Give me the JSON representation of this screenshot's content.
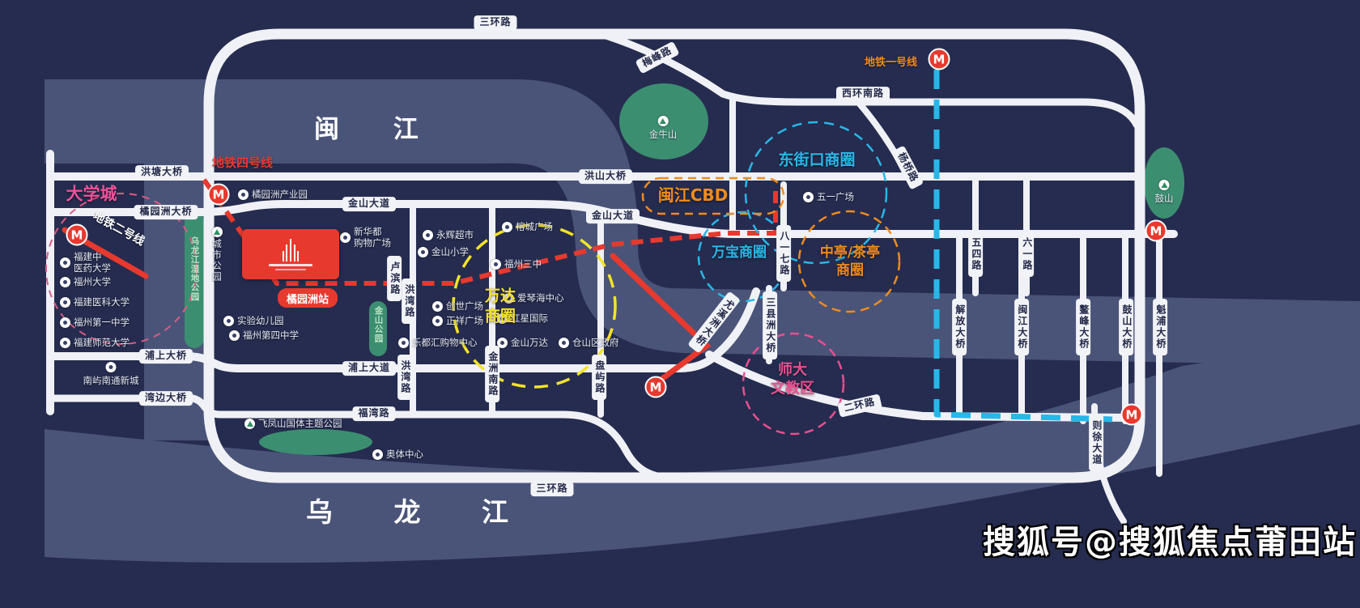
{
  "watermark": "搜狐号@搜狐焦点莆田站",
  "rivers": {
    "minjiang": "闽  江",
    "wulongjiang": "乌  龙  江"
  },
  "metro": {
    "line1": "地铁一号线",
    "line2": "地铁二号线",
    "line4": "地铁四号线",
    "station_juyuanzhou": "橘园洲站"
  },
  "districts": {
    "daxuecheng": "大学城",
    "dongjiekou": "东街口商圈",
    "minjiang_cbd": "闽江CBD",
    "wanbao": "万宝商圈",
    "zhongting_l1": "中亭/茶亭",
    "zhongting_l2": "商圈",
    "wanda_l1": "万达",
    "wanda_l2": "商圈",
    "shida_l1": "师大",
    "shida_l2": "文教区"
  },
  "roads": {
    "sanhuan_top": "三环路",
    "sanhuan_bottom": "三环路",
    "erhuan": "二环路",
    "meifeng": "梅峰路",
    "xihuan_nan": "西环南路",
    "yangqiao": "杨桥路",
    "hongtang_bridge": "洪塘大桥",
    "hongshan_bridge": "洪山大桥",
    "juyuanzhou_bridge": "橘园洲大桥",
    "jinshan_ave_w": "金山大道",
    "jinshan_ave_e": "金山大道",
    "pushang_bridge": "浦上大桥",
    "pushang_ave": "浦上大道",
    "wanbian_bridge": "湾边大桥",
    "fuwan_rd": "福湾路",
    "lubin_rd": "卢滨路",
    "hongwan_rd_n": "洪湾路",
    "hongwan_rd_s": "洪湾路",
    "jinzhou_nan_rd": "金洲南路",
    "panyu_rd": "盘屿路",
    "bayiqi_rd": "八一七路",
    "wusi_rd": "五四路",
    "liuyi_rd": "六一路",
    "youxizhou_bridge": "尤溪洲大桥",
    "sanxianzhou_bridge": "三县洲大桥",
    "jiefang_bridge": "解放大桥",
    "minjiang_bridge": "闽江大桥",
    "aofeng_bridge": "鳌峰大桥",
    "gushan_bridge": "鼓山大桥",
    "kuipu_bridge": "魁浦大桥",
    "zexu_ave": "则徐大道"
  },
  "parks": {
    "jinniushan": "金牛山",
    "gushan": "鼓山",
    "chengshi_park": "城市公园",
    "wetland_park": "乌龙江湿地公园",
    "jinshan_park": "金山公园",
    "feifengshan_park": "飞凤山国体主题公园",
    "aoti_center": "奥体中心"
  },
  "pois": {
    "juyuanzhou_industrial": "橘园洲产业园",
    "xinhuadu_l1": "新华都",
    "xinhuadu_l2": "购物广场",
    "yonghui": "永辉超市",
    "jinshan_primary": "金山小学",
    "rongcheng_plaza": "榕城广场",
    "fuzhou_no3": "福州三中",
    "chuangshi_plaza": "创世广场",
    "zhengxiang_plaza": "正祥广场",
    "leduhui": "乐都汇购物中心",
    "aiqinhai": "爱琴海中心",
    "hongxing": "红星国际",
    "jinshan_wanda": "金山万达",
    "cangshan_gov": "仓山区政府",
    "shiyan_kindergarten": "实验幼儿园",
    "fuzhou_no4": "福州第四中学",
    "wuyi_square": "五一广场",
    "nanyu_nantong": "南屿南通新城"
  },
  "universities": {
    "zhongyiyao_l1": "福建中",
    "zhongyiyao_l2": "医药大学",
    "fuzhou_univ": "福州大学",
    "yike_univ": "福建医科大学",
    "no1_high": "福州第一中学",
    "shifan_univ": "福建师范大学"
  }
}
